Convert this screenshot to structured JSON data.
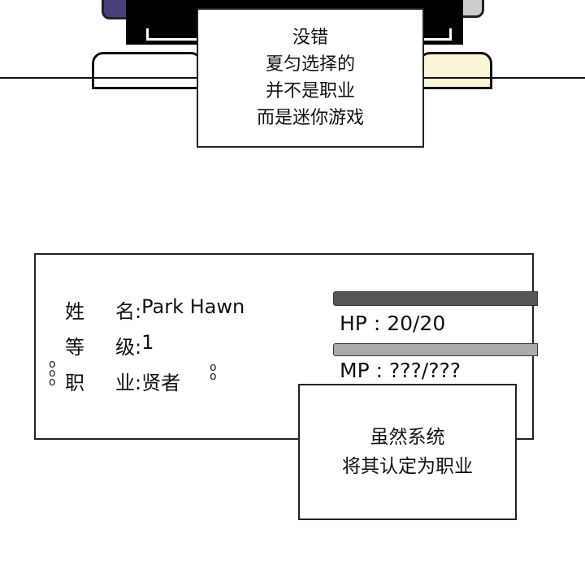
{
  "caption_top": {
    "lines": [
      "没错",
      "夏匀选择的",
      "并不是职业",
      "而是迷你游戏"
    ]
  },
  "status_window": {
    "name": {
      "label_1": "姓",
      "label_2": "名:",
      "value": "Park Hawn"
    },
    "level": {
      "label_1": "等",
      "label_2": "级:",
      "value": "1"
    },
    "job": {
      "label_1": "职",
      "label_2": "业:",
      "value": "贤者"
    },
    "hp": {
      "text": "HP : 20/20",
      "fill": 1.0,
      "color": "#555555"
    },
    "mp": {
      "text": "MP : ???/???",
      "color": "#aaaaaa"
    }
  },
  "caption_bottom": {
    "lines": [
      "虽然系统",
      "将其认定为职业"
    ]
  }
}
